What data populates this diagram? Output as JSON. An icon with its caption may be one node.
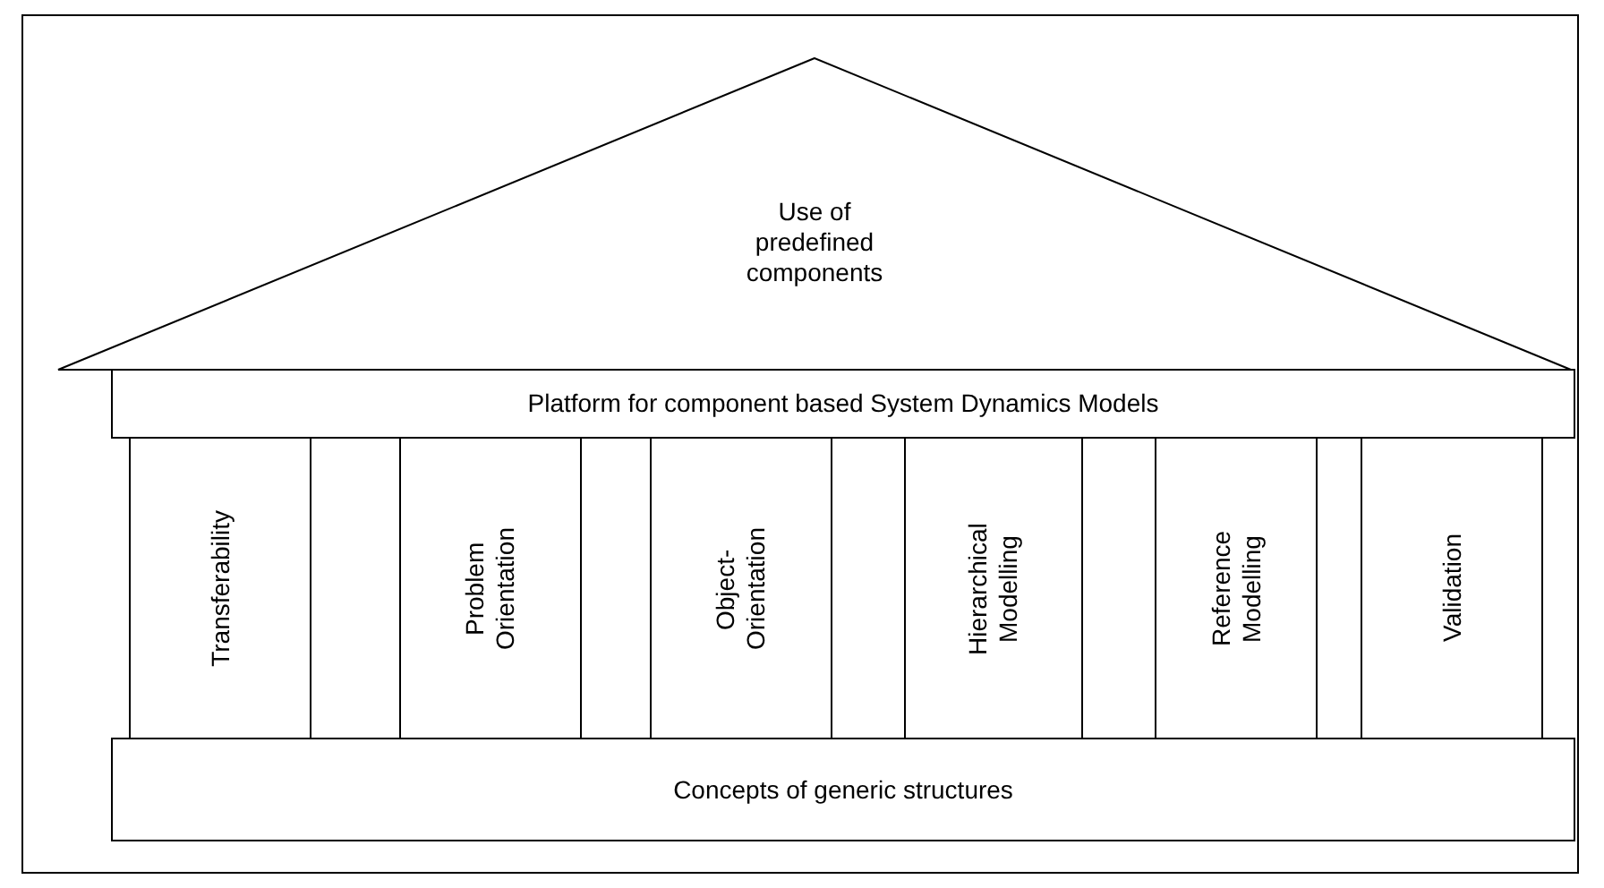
{
  "diagram": {
    "nodes": [
      {
        "text": [
          "Use of predefined components"
        ]
      },
      {
        "text": [
          "Platform for component based System Dynamics Models"
        ]
      },
      {
        "text": [
          "Transferability"
        ]
      },
      {
        "text": [
          "Problem Orientation"
        ]
      },
      {
        "text": [
          "Object-Orientation"
        ]
      },
      {
        "text": [
          "Hierarchical Modelling"
        ]
      },
      {
        "text": [
          "Reference Modelling"
        ]
      },
      {
        "text": [
          "Validation"
        ]
      },
      {
        "text": [
          "Concepts of generic structures"
        ]
      }
    ],
    "edges": []
  }
}
